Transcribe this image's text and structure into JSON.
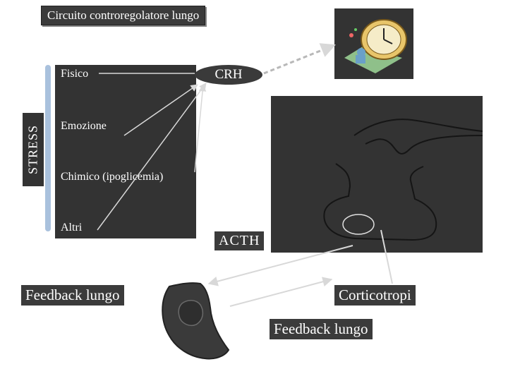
{
  "title": "Circuito controregolatore lungo",
  "stress_label": "STRESS",
  "stimuli": [
    "Fisico",
    "Emozione",
    "Chimico (ipoglicemia)",
    "Altri"
  ],
  "crh_label": "CRH",
  "acth_label": "ACTH",
  "feedback_left": "Feedback lungo",
  "corticotropi_label": "Corticotropi",
  "feedback_right": "Feedback lungo"
}
